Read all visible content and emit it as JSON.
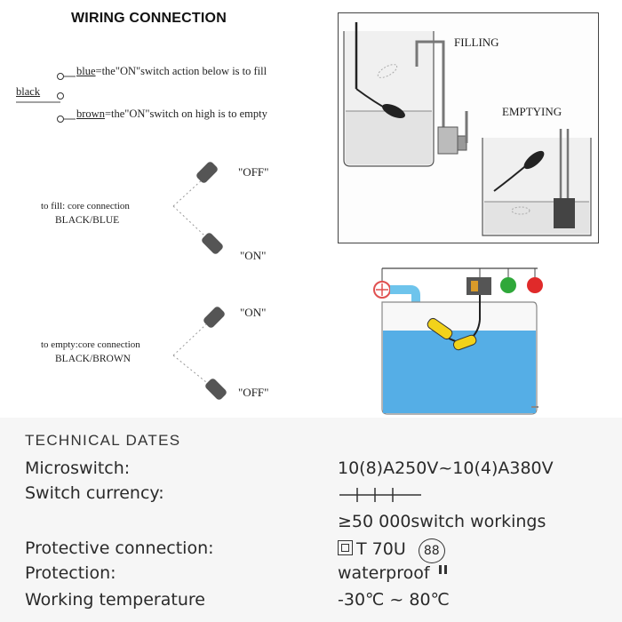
{
  "wiring": {
    "title": "WIRING CONNECTION",
    "common_wire": "black",
    "blue_wire": "blue",
    "blue_desc": "=the\"ON\"switch action below is to fill",
    "brown_wire": "brown",
    "brown_desc": "=the\"ON\"switch on high is to empty",
    "fill_label_1": "to fill: core connection",
    "fill_label_2": "BLACK/BLUE",
    "empty_label_1": "to empty:core connection",
    "empty_label_2": "BLACK/BROWN",
    "state_off": "\"OFF\"",
    "state_on": "\"ON\""
  },
  "diagrams": {
    "filling": "FILLING",
    "emptying": "EMPTYING"
  },
  "technical": {
    "heading": "TECHNICAL DATES",
    "rows": [
      {
        "label": "Microswitch:",
        "value": "10(8)A250V~10(4)A380V"
      },
      {
        "label": "Switch currency:",
        "value": ""
      },
      {
        "label": "",
        "value": "≥50 000switch workings"
      },
      {
        "label": "Protective connection:",
        "value": "T 70U"
      },
      {
        "label": "Protection:",
        "value": "waterproof"
      },
      {
        "label": "Working temperature",
        "value": "-30℃ ~ 80℃"
      }
    ],
    "protection_badge": "88"
  },
  "colors": {
    "water": "#55aee6",
    "pipe": "#6ec4ec",
    "float_yellow": "#f2d21a",
    "lamp_green": "#2fa83a",
    "lamp_red": "#e02a2a",
    "valve_red": "#e05050"
  }
}
